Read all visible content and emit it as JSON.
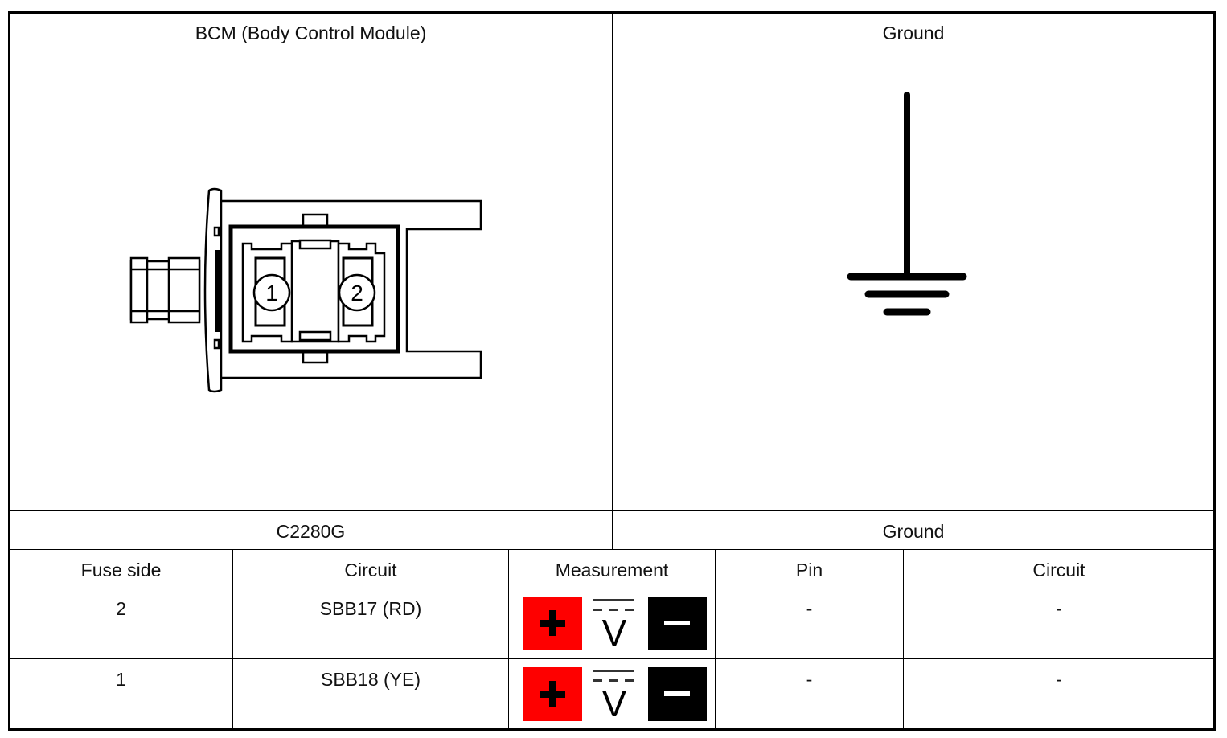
{
  "top_row": {
    "left_title": "BCM (Body Control Module)",
    "right_title": "Ground"
  },
  "images": {
    "left": {
      "icon": "connector-face-icon",
      "pin_labels": [
        "1",
        "2"
      ]
    },
    "right": {
      "icon": "ground-symbol-icon"
    }
  },
  "connector_row": {
    "left_label": "C2280G",
    "right_label": "Ground"
  },
  "table": {
    "headers": [
      "Fuse side",
      "Circuit",
      "Measurement",
      "Pin",
      "Circuit"
    ],
    "rows": [
      {
        "fuse_side": "2",
        "circuit": "SBB17 (RD)",
        "measurement": "dc-voltage",
        "pin": "-",
        "ground_circuit": "-"
      },
      {
        "fuse_side": "1",
        "circuit": "SBB18 (YE)",
        "measurement": "dc-voltage",
        "pin": "-",
        "ground_circuit": "-"
      }
    ],
    "measurement_symbol": {
      "positive_icon": "plus-probe-icon",
      "meter_icon": "dc-voltage-icon",
      "meter_label": "V",
      "negative_icon": "minus-probe-icon"
    }
  },
  "colors": {
    "positive": "#fe0000",
    "negative": "#000000",
    "border": "#000000"
  }
}
